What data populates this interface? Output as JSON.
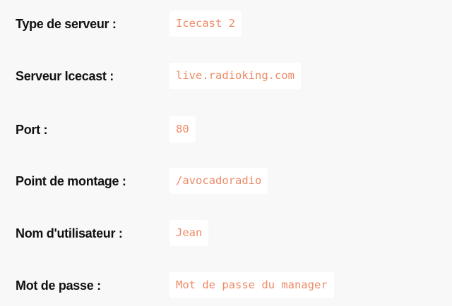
{
  "fields": [
    {
      "label": "Type de serveur :",
      "value": "Icecast 2"
    },
    {
      "label": "Serveur Icecast :",
      "value": "live.radioking.com"
    },
    {
      "label": "Port :",
      "value": "80"
    },
    {
      "label": "Point de montage :",
      "value": "/avocadoradio"
    },
    {
      "label": "Nom d'utilisateur :",
      "value": "Jean"
    },
    {
      "label": "Mot de passe :",
      "value": "Mot de passe du manager"
    }
  ],
  "colors": {
    "background": "#f8f8f8",
    "label_text": "#111111",
    "value_text": "#ee8a66",
    "value_box": "#ffffff"
  }
}
